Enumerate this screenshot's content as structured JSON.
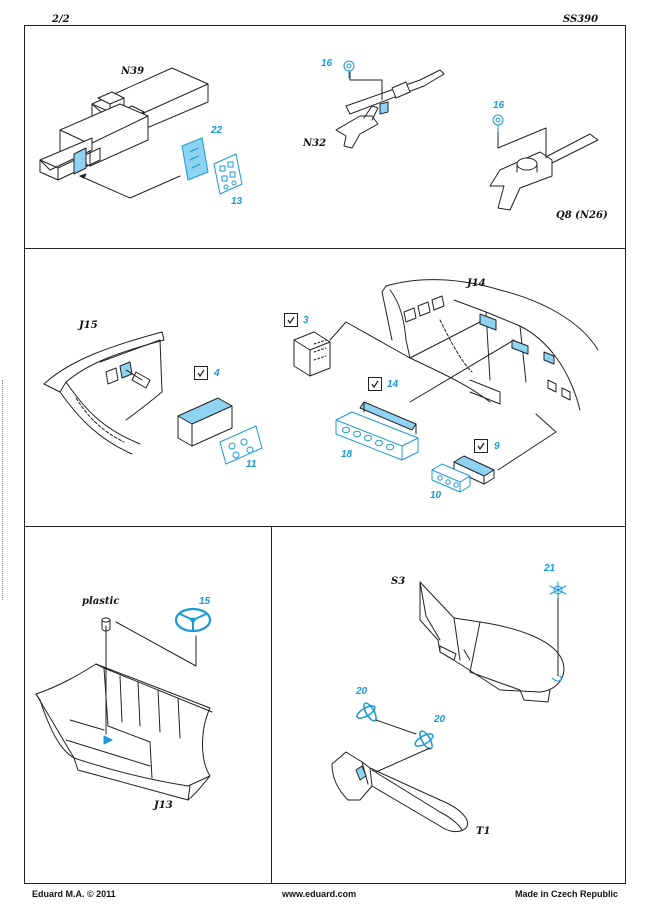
{
  "header": {
    "page": "2/2",
    "code": "SS390"
  },
  "sections": {
    "top": {
      "part_labels": {
        "n39": "N39",
        "n32": "N32",
        "q8": "Q8 (N26)"
      },
      "parts": {
        "p22": "22",
        "p13": "13",
        "p16a": "16",
        "p16b": "16"
      }
    },
    "middle": {
      "part_labels": {
        "j15": "J15",
        "j14": "J14"
      },
      "parts": {
        "p4": "4",
        "p11": "11",
        "p3": "3",
        "p14": "14",
        "p18": "18",
        "p9": "9",
        "p10": "10"
      }
    },
    "bottom_left": {
      "part_labels": {
        "plastic": "plastic",
        "j13": "J13"
      },
      "parts": {
        "p15": "15"
      }
    },
    "bottom_right": {
      "part_labels": {
        "s3": "S3",
        "t1": "T1"
      },
      "parts": {
        "p21": "21",
        "p20a": "20",
        "p20b": "20"
      }
    }
  },
  "footer": {
    "left": "Eduard M.A. © 2011",
    "center": "www.eduard.com",
    "right": "Made in Czech Republic"
  },
  "colors": {
    "accent": "#1a9ad6",
    "etch_fill": "#8fd3f2",
    "line": "#222222"
  }
}
